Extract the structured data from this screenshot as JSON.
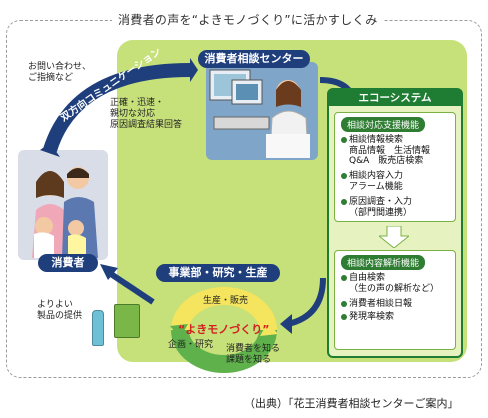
{
  "title": "消費者の声を“よきモノづくり”に活かすしくみ",
  "consumer_center": {
    "label": "消費者相談センター"
  },
  "consumers": {
    "label": "消費者"
  },
  "business": {
    "label": "事業部・研究・生産"
  },
  "interactive": {
    "label": "双方向コミュニケーション"
  },
  "inquiry_note": [
    "お問い合わせ、",
    "ご指摘など"
  ],
  "response_note": [
    "正確・迅速・",
    "親切な対応",
    "原因調査結果回答"
  ],
  "improvement_note": [
    "よりよい",
    "製品の提供"
  ],
  "eco_system": {
    "label": "エコーシステム",
    "support": {
      "label": "相談対応支援機能",
      "items": [
        [
          "相談情報検索",
          "商品情報　生活情報",
          "Q&A　販売店検索"
        ],
        [
          "相談内容入力",
          "アラーム機能"
        ],
        [
          "原因調査・入力",
          "（部門間連携）"
        ]
      ]
    },
    "analysis": {
      "label": "相談内容解析機能",
      "items": [
        [
          "自由検索",
          "（生の声の解析など）"
        ],
        [
          "消費者相談日報"
        ],
        [
          "発現率検索"
        ]
      ]
    }
  },
  "cycle": {
    "center": "“よきモノづくり”",
    "steps": [
      "生産・販売",
      "企画・研究",
      "消費者を知る",
      "課題を知る"
    ]
  },
  "source": "（出典）「花王消費者相談センターご案内」",
  "colors": {
    "green_dark": "#1e7d32",
    "green_light": "#c6e07a",
    "blue_dark": "#1f3e7c",
    "red_center": "#d21f1f"
  }
}
